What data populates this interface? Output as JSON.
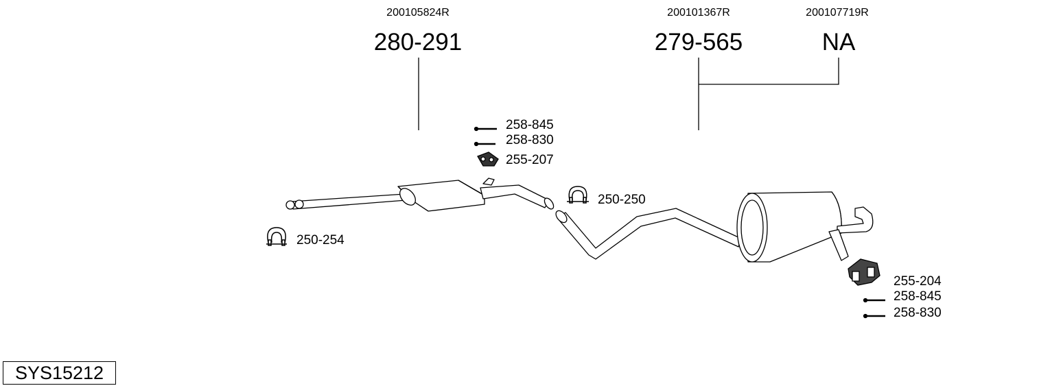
{
  "references": [
    {
      "oem": "200105824R",
      "part": "280-291"
    },
    {
      "oem": "200101367R",
      "part": "279-565"
    },
    {
      "oem": "200107719R",
      "part": "NA"
    }
  ],
  "parts_front": [
    {
      "code": "258-845",
      "icon": "bolt-icon"
    },
    {
      "code": "258-830",
      "icon": "bolt-icon"
    },
    {
      "code": "255-207",
      "icon": "rubber-hanger-icon"
    },
    {
      "code": "250-250",
      "icon": "clamp-icon"
    },
    {
      "code": "250-254",
      "icon": "clamp-icon"
    }
  ],
  "parts_rear": [
    {
      "code": "255-204",
      "icon": "rubber-hanger-icon"
    },
    {
      "code": "258-845",
      "icon": "bolt-icon"
    },
    {
      "code": "258-830",
      "icon": "bolt-icon"
    }
  ],
  "system_id": "SYS15212"
}
